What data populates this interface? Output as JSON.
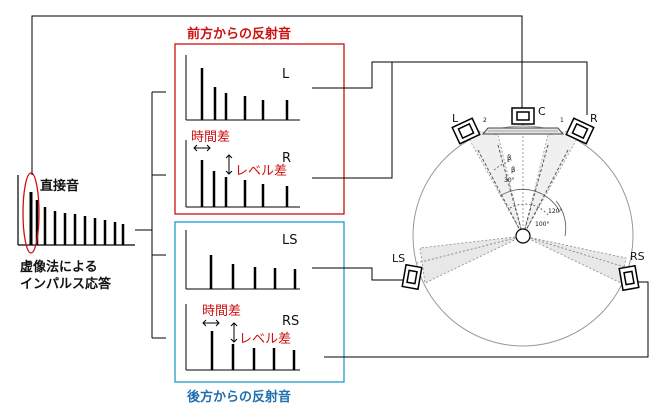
{
  "labels": {
    "front_title": "前方からの反射音",
    "rear_title": "後方からの反射音",
    "direct_sound": "直接音",
    "impulse_line1": "虚像法による",
    "impulse_line2": "インパルス応答",
    "time_diff": "時間差",
    "level_diff": "レベル差",
    "ch_L": "L",
    "ch_R": "R",
    "ch_LS": "LS",
    "ch_RS": "RS",
    "spk_C": "C",
    "spk_L": "L",
    "spk_R": "R",
    "spk_LS": "LS",
    "spk_RS": "RS",
    "angle_120": "120°",
    "angle_100": "100°",
    "angle_30": "30°",
    "beta_1": "β",
    "beta_2": "β",
    "num_1": "1",
    "num_2": "2"
  },
  "colors": {
    "front_box": "#cc1111",
    "rear_box": "#1f9bcc",
    "front_title": "#cc1111",
    "rear_title": "#1f6fb0",
    "annotation": "#cc1111"
  }
}
